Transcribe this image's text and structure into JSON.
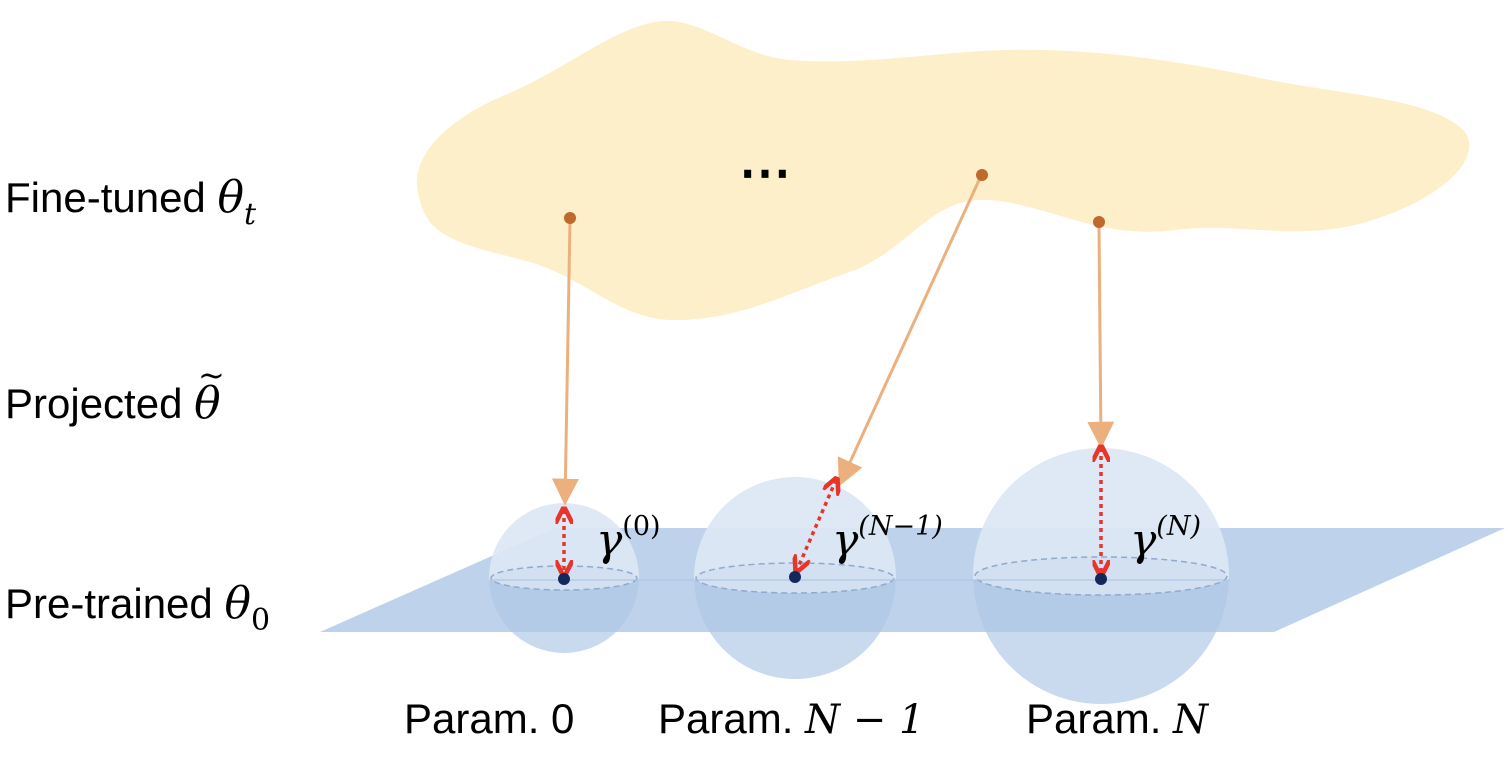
{
  "colors": {
    "finetuned_region": "#fcefc9",
    "plane": "#b9cfe9",
    "sphere": "#dbe7f4",
    "sphere_lower": "#c2d4ea",
    "source_point": "#c0692d",
    "projection_arrow": "#ecb07e",
    "radius_arrow": "#e8352c",
    "center_point": "#15285a"
  },
  "row_labels": {
    "finetuned_text": "Fine-tuned ",
    "finetuned_symbol": "θ",
    "finetuned_sub": "t",
    "projected_text": "Projected ",
    "projected_symbol": "θ",
    "projected_accent": "~",
    "pretrained_text": "Pre-trained ",
    "pretrained_symbol": "θ",
    "pretrained_sub": "0"
  },
  "ellipsis": "⋯",
  "params": [
    {
      "label_text": "Param. ",
      "label_value": "0",
      "label_value_italic": false,
      "gamma": "γ",
      "gamma_sup": "(0)"
    },
    {
      "label_text": "Param. ",
      "label_value": "N − 1",
      "label_value_italic": true,
      "gamma": "γ",
      "gamma_sup": "(N−1)"
    },
    {
      "label_text": "Param. ",
      "label_value": "N",
      "label_value_italic": true,
      "gamma": "γ",
      "gamma_sup": "(N)"
    }
  ]
}
